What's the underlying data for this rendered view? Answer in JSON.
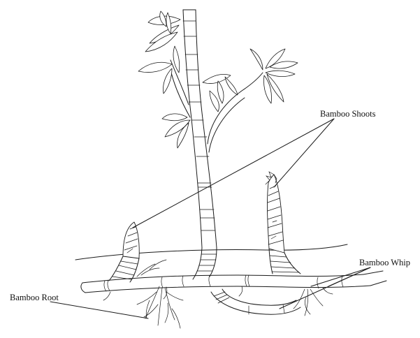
{
  "labels": {
    "shoots": "Bamboo Shoots",
    "whip": "Bamboo Whip",
    "root": "Bamboo Root"
  },
  "colors": {
    "line": "#1a1a1a",
    "background": "#ffffff"
  }
}
